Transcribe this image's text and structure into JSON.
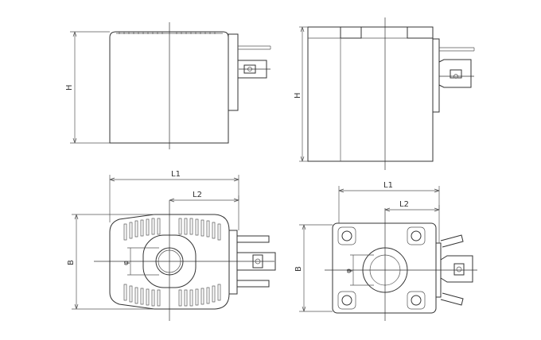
{
  "views": {
    "side_a": {
      "label_h": "H"
    },
    "side_b": {
      "label_h": "H"
    },
    "top_a": {
      "label_l1": "L1",
      "label_l2": "L2",
      "label_b": "B",
      "label_phi": "φ"
    },
    "top_b": {
      "label_l1": "L1",
      "label_l2": "L2",
      "label_b": "B",
      "label_phi": "φ"
    }
  }
}
